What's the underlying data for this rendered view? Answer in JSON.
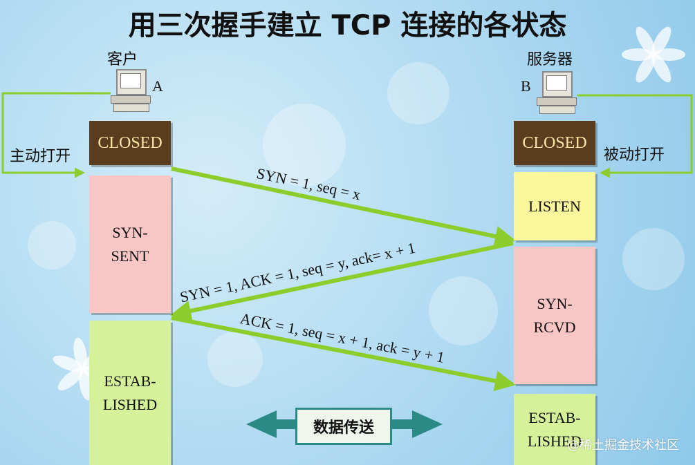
{
  "title": "用三次握手建立 TCP 连接的各状态",
  "client": {
    "role": "客户",
    "letter": "A",
    "open_label": "主动打开"
  },
  "server": {
    "role": "服务器",
    "letter": "B",
    "open_label": "被动打开"
  },
  "client_states": [
    {
      "id": "closed",
      "label": "CLOSED"
    },
    {
      "id": "syn-sent",
      "label": "SYN-\nSENT"
    },
    {
      "id": "established",
      "label": "ESTAB-\nLISHED"
    }
  ],
  "server_states": [
    {
      "id": "closed",
      "label": "CLOSED"
    },
    {
      "id": "listen",
      "label": "LISTEN"
    },
    {
      "id": "syn-rcvd",
      "label": "SYN-\nRCVD"
    },
    {
      "id": "established",
      "label": "ESTAB-\nLISHED"
    }
  ],
  "messages": [
    {
      "label": "SYN = 1, seq = x"
    },
    {
      "label": "SYN = 1, ACK = 1, seq = y, ack= x + 1"
    },
    {
      "label": "ACK = 1, seq = x + 1, ack = y + 1"
    }
  ],
  "data_transfer_label": "数据传送",
  "watermark": "@稀土掘金技术社区",
  "colors": {
    "closed": "#5a3d1e",
    "syn": "#f9c6c6",
    "listen": "#fbf79c",
    "established": "#d5f29a",
    "arrow": "#8ccd2b",
    "transfer_arrow": "#2c8a86"
  }
}
